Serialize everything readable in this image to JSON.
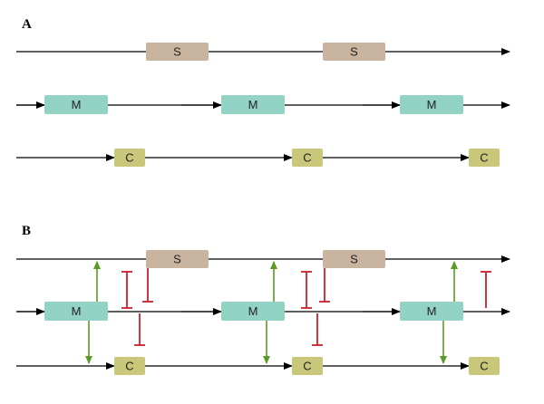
{
  "panels": {
    "a": {
      "label": "A"
    },
    "b": {
      "label": "B"
    }
  },
  "nodes": {
    "s": {
      "label": "S",
      "color": "#c9b59f"
    },
    "m": {
      "label": "M",
      "color": "#93d3c6"
    },
    "c": {
      "label": "C",
      "color": "#c9c77a"
    }
  },
  "colors": {
    "activation": "#5b9a25",
    "inhibition": "#c8202d",
    "track": "#000000"
  }
}
